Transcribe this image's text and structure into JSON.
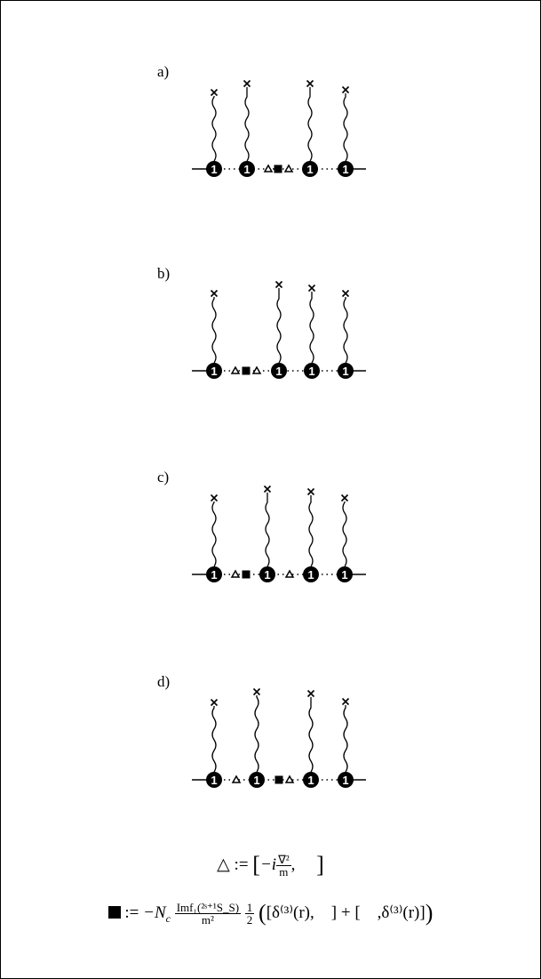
{
  "panels": [
    {
      "label": "a)"
    },
    {
      "label": "b)"
    },
    {
      "label": "c)"
    },
    {
      "label": "d)"
    }
  ],
  "vertex_symbol": "1",
  "legend": {
    "triangle_def": {
      "lhs": "△ :=",
      "open": "[",
      "minus_i": "−i",
      "num": "∇²",
      "den": "m",
      "comma": ",",
      "close": "]"
    },
    "square_def": {
      "assign": ":=",
      "neg_nc": "−N",
      "nc_sub": "c",
      "num": "Imf₁(²ˢ⁺¹S_S)",
      "den": "m²",
      "half_num": "1",
      "half_den": "2",
      "open_paren": "(",
      "term1": "[δ⁽³⁾(r),",
      "close1": "]",
      "plus": "+",
      "term2_open": "[",
      "term2": ",δ⁽³⁾(r)]",
      "close_paren": ")"
    }
  }
}
